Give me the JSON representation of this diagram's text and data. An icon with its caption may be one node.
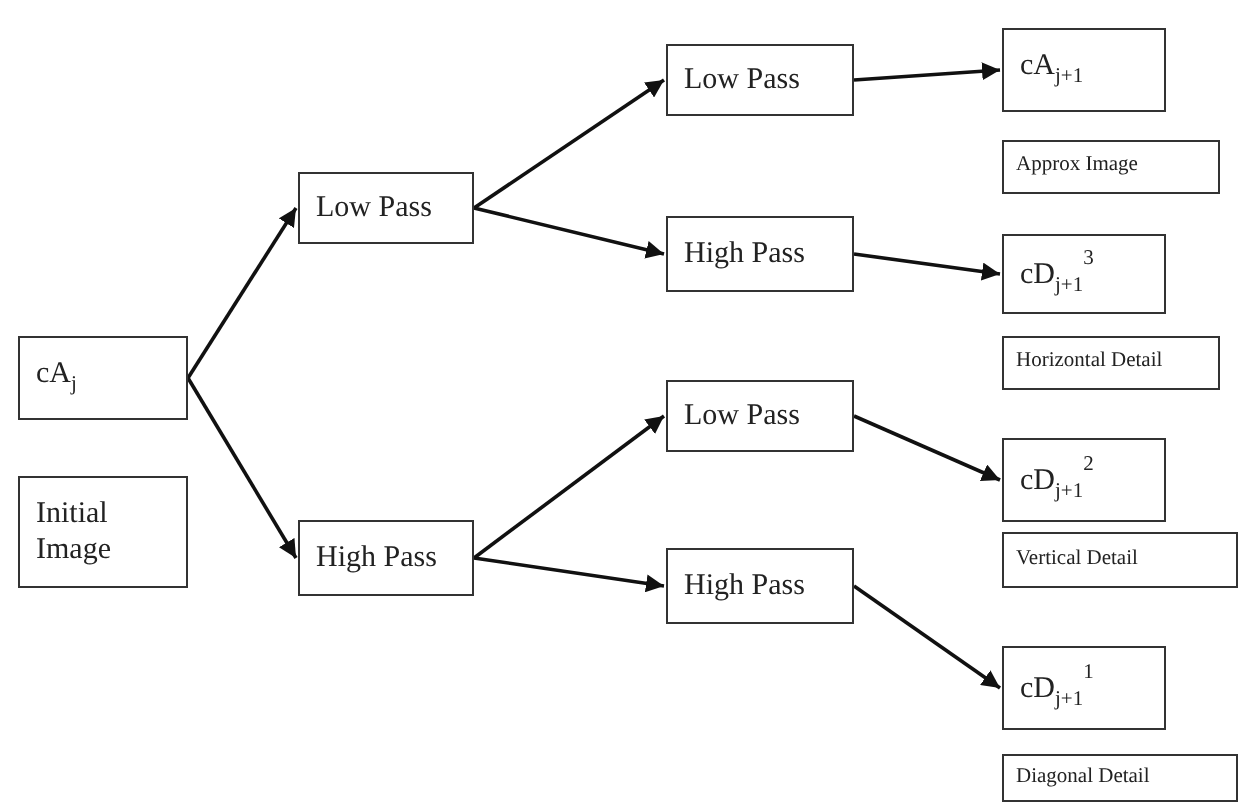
{
  "diagram": {
    "nodes": [
      {
        "text": [
          "cA$_{j}$"
        ]
      },
      {
        "text": [
          "Initial Image"
        ]
      },
      {
        "text": [
          "Low Pass"
        ]
      },
      {
        "text": [
          "High Pass"
        ]
      },
      {
        "text": [
          "Low Pass"
        ]
      },
      {
        "text": [
          "High Pass"
        ]
      },
      {
        "text": [
          "Low Pass"
        ]
      },
      {
        "text": [
          "High Pass"
        ]
      },
      {
        "text": [
          "cA$_{j+1}$"
        ]
      },
      {
        "text": [
          "Approx Image"
        ]
      },
      {
        "text": [
          "cD$_{j+1}$$^{3}$"
        ]
      },
      {
        "text": [
          "Horizontal Detail"
        ]
      },
      {
        "text": [
          "cD$_{j+1}$$^{2}$"
        ]
      },
      {
        "text": [
          "Vertical Detail"
        ]
      },
      {
        "text": [
          "cD$_{j+1}$$^{1}$"
        ]
      },
      {
        "text": [
          "Diagonal Detail"
        ]
      }
    ],
    "edges": [
      {
        "from": 0,
        "to": 2,
        "arrow": "to"
      },
      {
        "from": 0,
        "to": 3,
        "arrow": "to"
      },
      {
        "from": 2,
        "to": 4,
        "arrow": "to"
      },
      {
        "from": 2,
        "to": 5,
        "arrow": "to"
      },
      {
        "from": 3,
        "to": 6,
        "arrow": "to"
      },
      {
        "from": 3,
        "to": 7,
        "arrow": "to"
      },
      {
        "from": 4,
        "to": 8,
        "arrow": "to"
      },
      {
        "from": 5,
        "to": 10,
        "arrow": "to"
      },
      {
        "from": 6,
        "to": 12,
        "arrow": "to"
      },
      {
        "from": 7,
        "to": 14,
        "arrow": "to"
      }
    ]
  }
}
